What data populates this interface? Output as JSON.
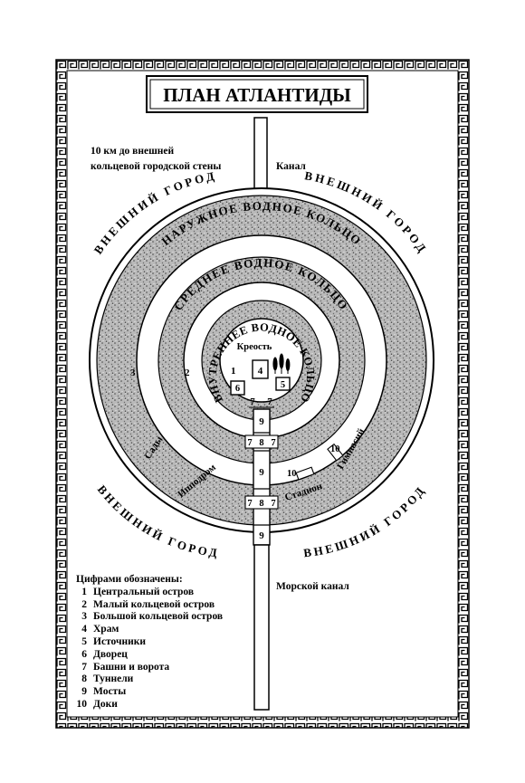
{
  "title": "ПЛАН АТЛАНТИДЫ",
  "distance_note": [
    "10 км до внешней",
    "кольцевой городской стены"
  ],
  "labels": {
    "canal": "Канал",
    "sea_canal": "Морской канал",
    "outer_city": "ВНЕШНИЙ ГОРОД",
    "outer_ring": "НАРУЖНОЕ ВОДНОЕ КОЛЬЦО",
    "middle_ring": "СРЕДНЕЕ ВОДНОЕ КОЛЬЦО",
    "inner_ring": "ВНУТРЕННЕЕ ВОДНОЕ КОЛЬЦО",
    "fortress": "Креость",
    "gardens": "Сады",
    "hippodrome": "Ипподром",
    "stadium": "Стадион",
    "gymnasium": "Гимнасий"
  },
  "numbers": {
    "n1": "1",
    "n2": "2",
    "n3": "3",
    "n4": "4",
    "n5": "5",
    "n6": "6",
    "n7": "7",
    "n8": "8",
    "n9": "9",
    "n10": "10"
  },
  "legend": {
    "heading": "Цифрами обозначены:",
    "items": [
      {
        "num": "1",
        "text": "Центральный остров"
      },
      {
        "num": "2",
        "text": "Малый кольцевой остров"
      },
      {
        "num": "3",
        "text": "Большой кольцевой остров"
      },
      {
        "num": "4",
        "text": "Храм"
      },
      {
        "num": "5",
        "text": "Источники"
      },
      {
        "num": "6",
        "text": "Дворец"
      },
      {
        "num": "7",
        "text": "Башни и ворота"
      },
      {
        "num": "8",
        "text": "Туннели"
      },
      {
        "num": "9",
        "text": "Мосты"
      },
      {
        "num": "10",
        "text": "Доки"
      }
    ]
  }
}
